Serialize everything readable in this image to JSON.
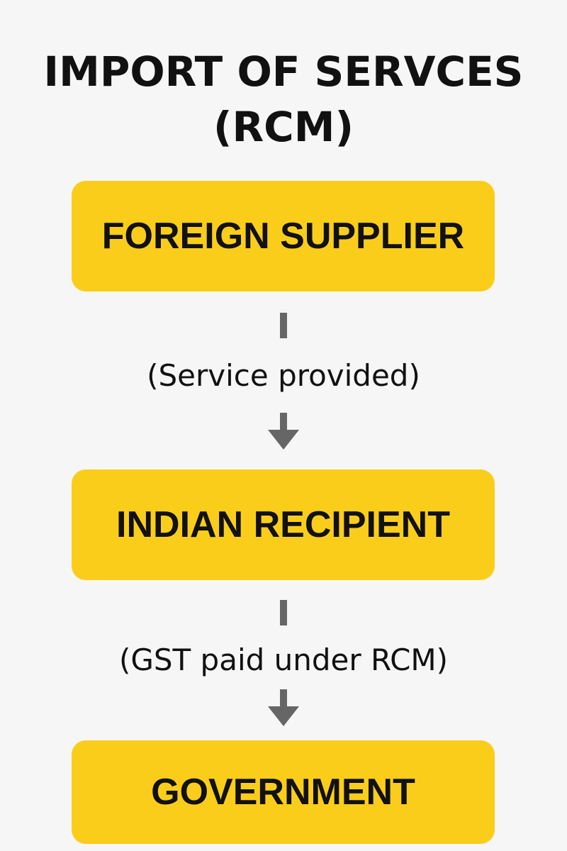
{
  "title": {
    "line1": "IMPORT OF SERVCES",
    "line2": "(RCM)"
  },
  "nodes": [
    {
      "label": "FOREIGN SUPPLIER"
    },
    {
      "label": "INDIAN RECIPIENT"
    },
    {
      "label": "GOVERNMENT"
    }
  ],
  "edges": [
    {
      "label": "(Service provided)"
    },
    {
      "label": "(GST paid under RCM)"
    }
  ],
  "colors": {
    "box_fill": "#fbcd1b",
    "connector": "#666666",
    "background": "#f6f6f6"
  }
}
